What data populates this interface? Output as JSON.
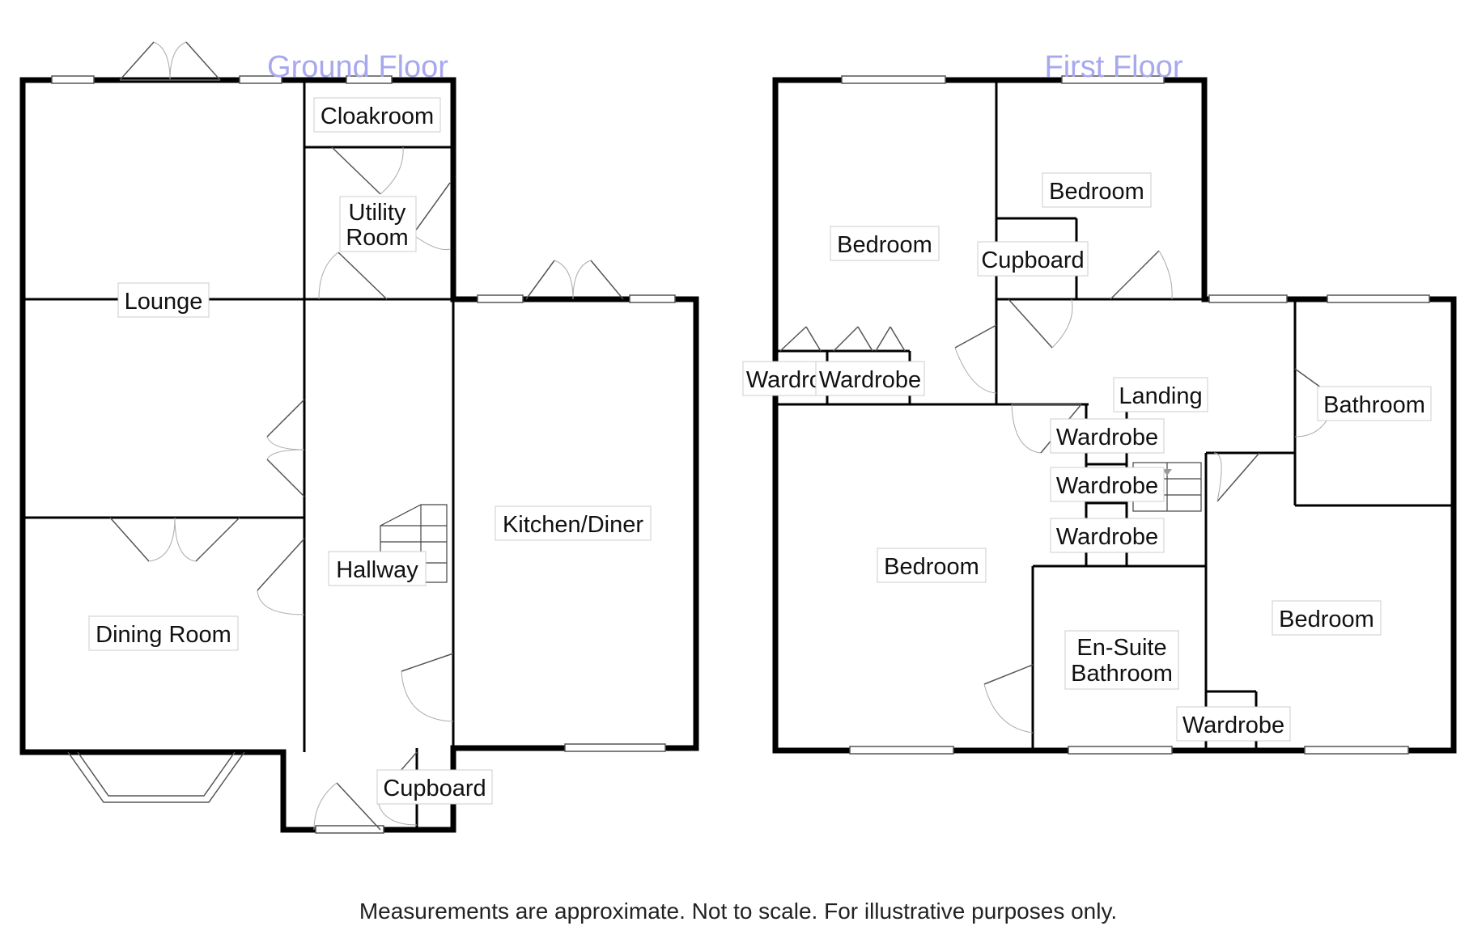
{
  "floors": [
    {
      "title": "Ground Floor",
      "rooms": [
        "Lounge",
        "Dining Room",
        "Cloakroom",
        "Utility Room",
        "Hallway",
        "Kitchen/Diner",
        "Cupboard"
      ]
    },
    {
      "title": "First Floor",
      "rooms": [
        "Bedroom",
        "Bedroom",
        "Cupboard",
        "Wardrobe",
        "Wardrobe",
        "Landing",
        "Bathroom",
        "Wardrobe",
        "Wardrobe",
        "Wardrobe",
        "Bedroom",
        "En-Suite Bathroom",
        "Bedroom",
        "Wardrobe"
      ]
    }
  ],
  "disclaimer": "Measurements are approximate. Not to scale. For illustrative purposes only."
}
